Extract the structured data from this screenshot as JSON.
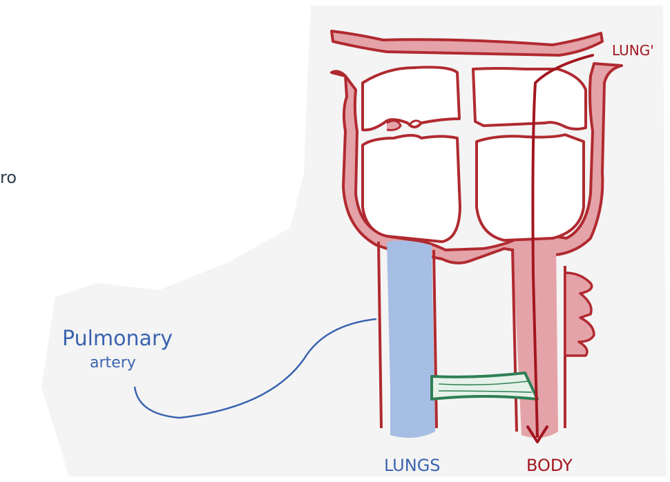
{
  "labels": {
    "edge_text": "ro",
    "lungs_top_right": "LUNG'",
    "pulmonary_line1": "Pulmonary",
    "pulmonary_line2": "artery",
    "bottom_lungs": "LUNGS",
    "bottom_body": "BODY"
  },
  "colors": {
    "red_outline": "#b02a30",
    "red_fill": "#e4a3a8",
    "blue_fill": "#a6bde4",
    "blue_ink": "#3a63b0",
    "green": "#2f7f55",
    "paper": "#f4f4f4"
  }
}
